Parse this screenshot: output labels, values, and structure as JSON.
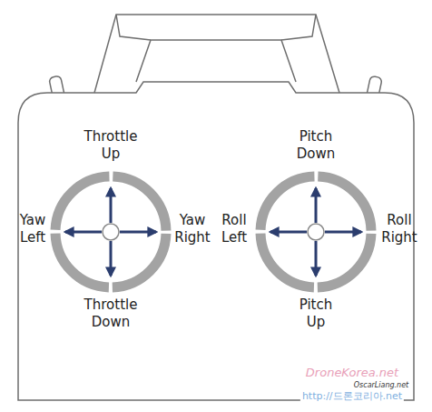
{
  "diagram": {
    "labels": [
      "Throttle Up",
      "Yaw Left",
      "Yaw Right",
      "Throttle Down",
      "Pitch Down",
      "Roll Left",
      "Roll Right",
      "Pitch Up",
      "DroneKorea.net",
      "OscarLiang.net",
      "http://드론코리아.net"
    ]
  }
}
